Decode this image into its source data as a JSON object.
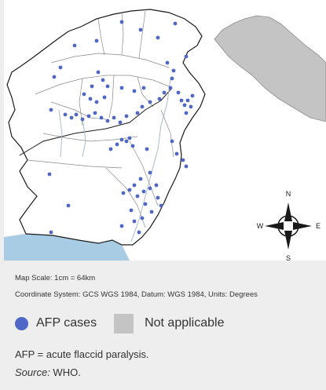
{
  "map": {
    "colors": {
      "land": "#ffffff",
      "not_applicable": "#c4c4c4",
      "water": "#a7cce4",
      "border": "#8a8a8a",
      "coast": "#1a1a1a",
      "river": "#9fb6c6",
      "case_dot": "#4f67c6"
    },
    "compass": {
      "n": "N",
      "s": "S",
      "e": "E",
      "w": "W"
    }
  },
  "scale_text": "Map Scale:  1cm = 64km",
  "coordinate_text": "Coordinate System: GCS WGS 1984, Datum: WGS 1984, Units: Degrees",
  "legend": {
    "items": [
      {
        "label": "AFP cases",
        "icon": "circle-marker",
        "color": "#4f67c6"
      },
      {
        "label": "Not applicable",
        "icon": "grey-square",
        "color": "#c4c4c4"
      }
    ]
  },
  "note": "AFP = acute flaccid paralysis.",
  "source_label": "Source:",
  "source_value": " WHO."
}
